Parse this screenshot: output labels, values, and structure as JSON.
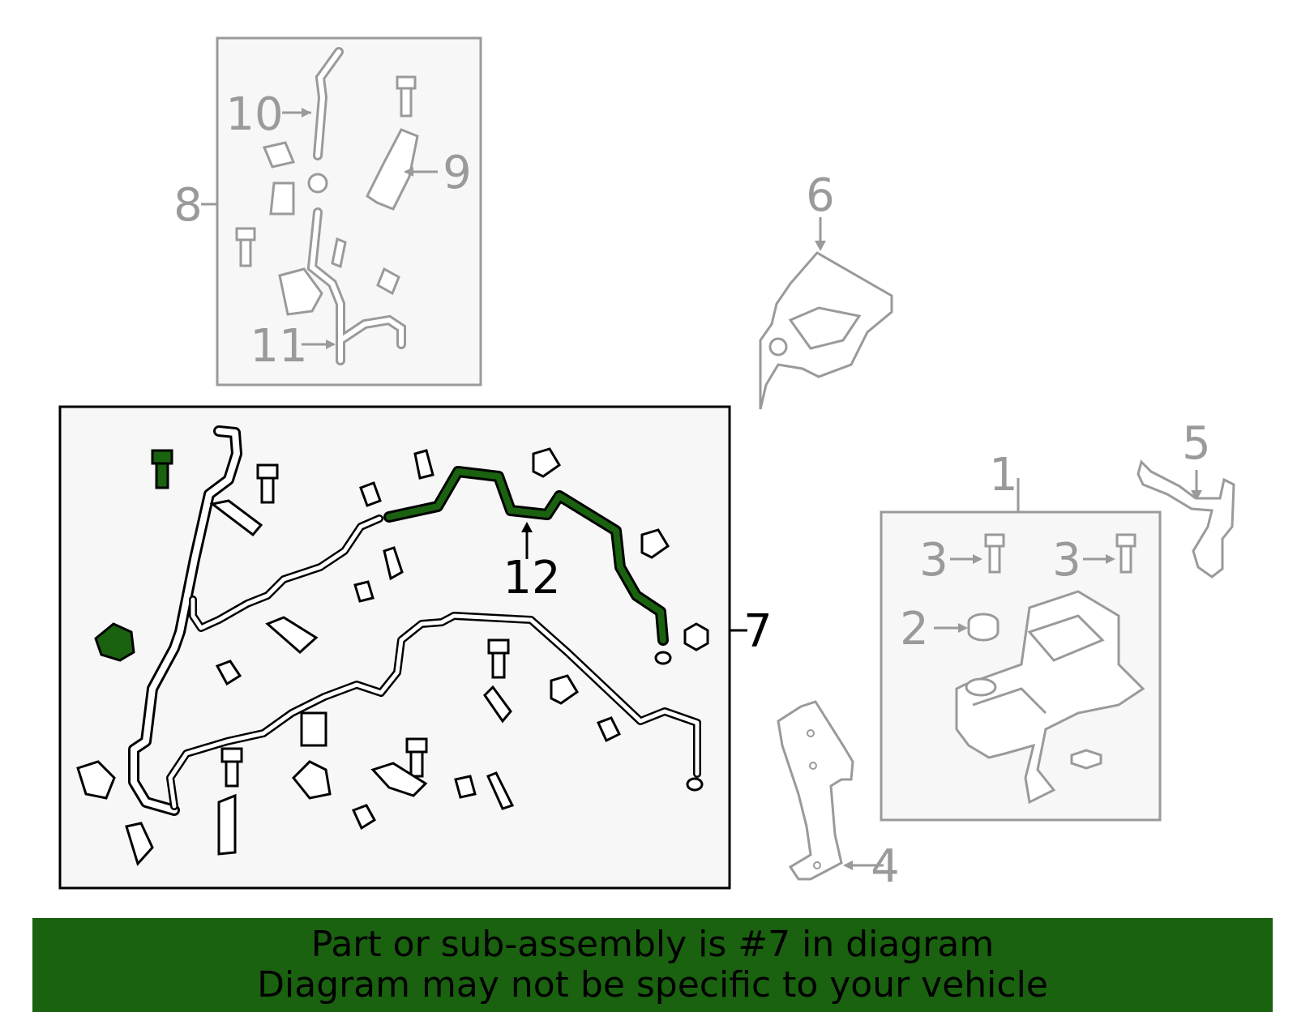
{
  "callouts": {
    "c1": "1",
    "c2": "2",
    "c3a": "3",
    "c3b": "3",
    "c4": "4",
    "c5": "5",
    "c6": "6",
    "c7": "7",
    "c8": "8",
    "c9": "9",
    "c10": "10",
    "c11": "11",
    "c12": "12"
  },
  "banner": {
    "line1": "Part or sub-assembly is #7 in diagram",
    "line2": "Diagram may not be specific to your vehicle"
  },
  "colors": {
    "highlight": "#1a6110",
    "banner_bg": "#1a6110",
    "inactive_grey": "#9a9a9a",
    "panel_fill": "#f7f7f7"
  }
}
